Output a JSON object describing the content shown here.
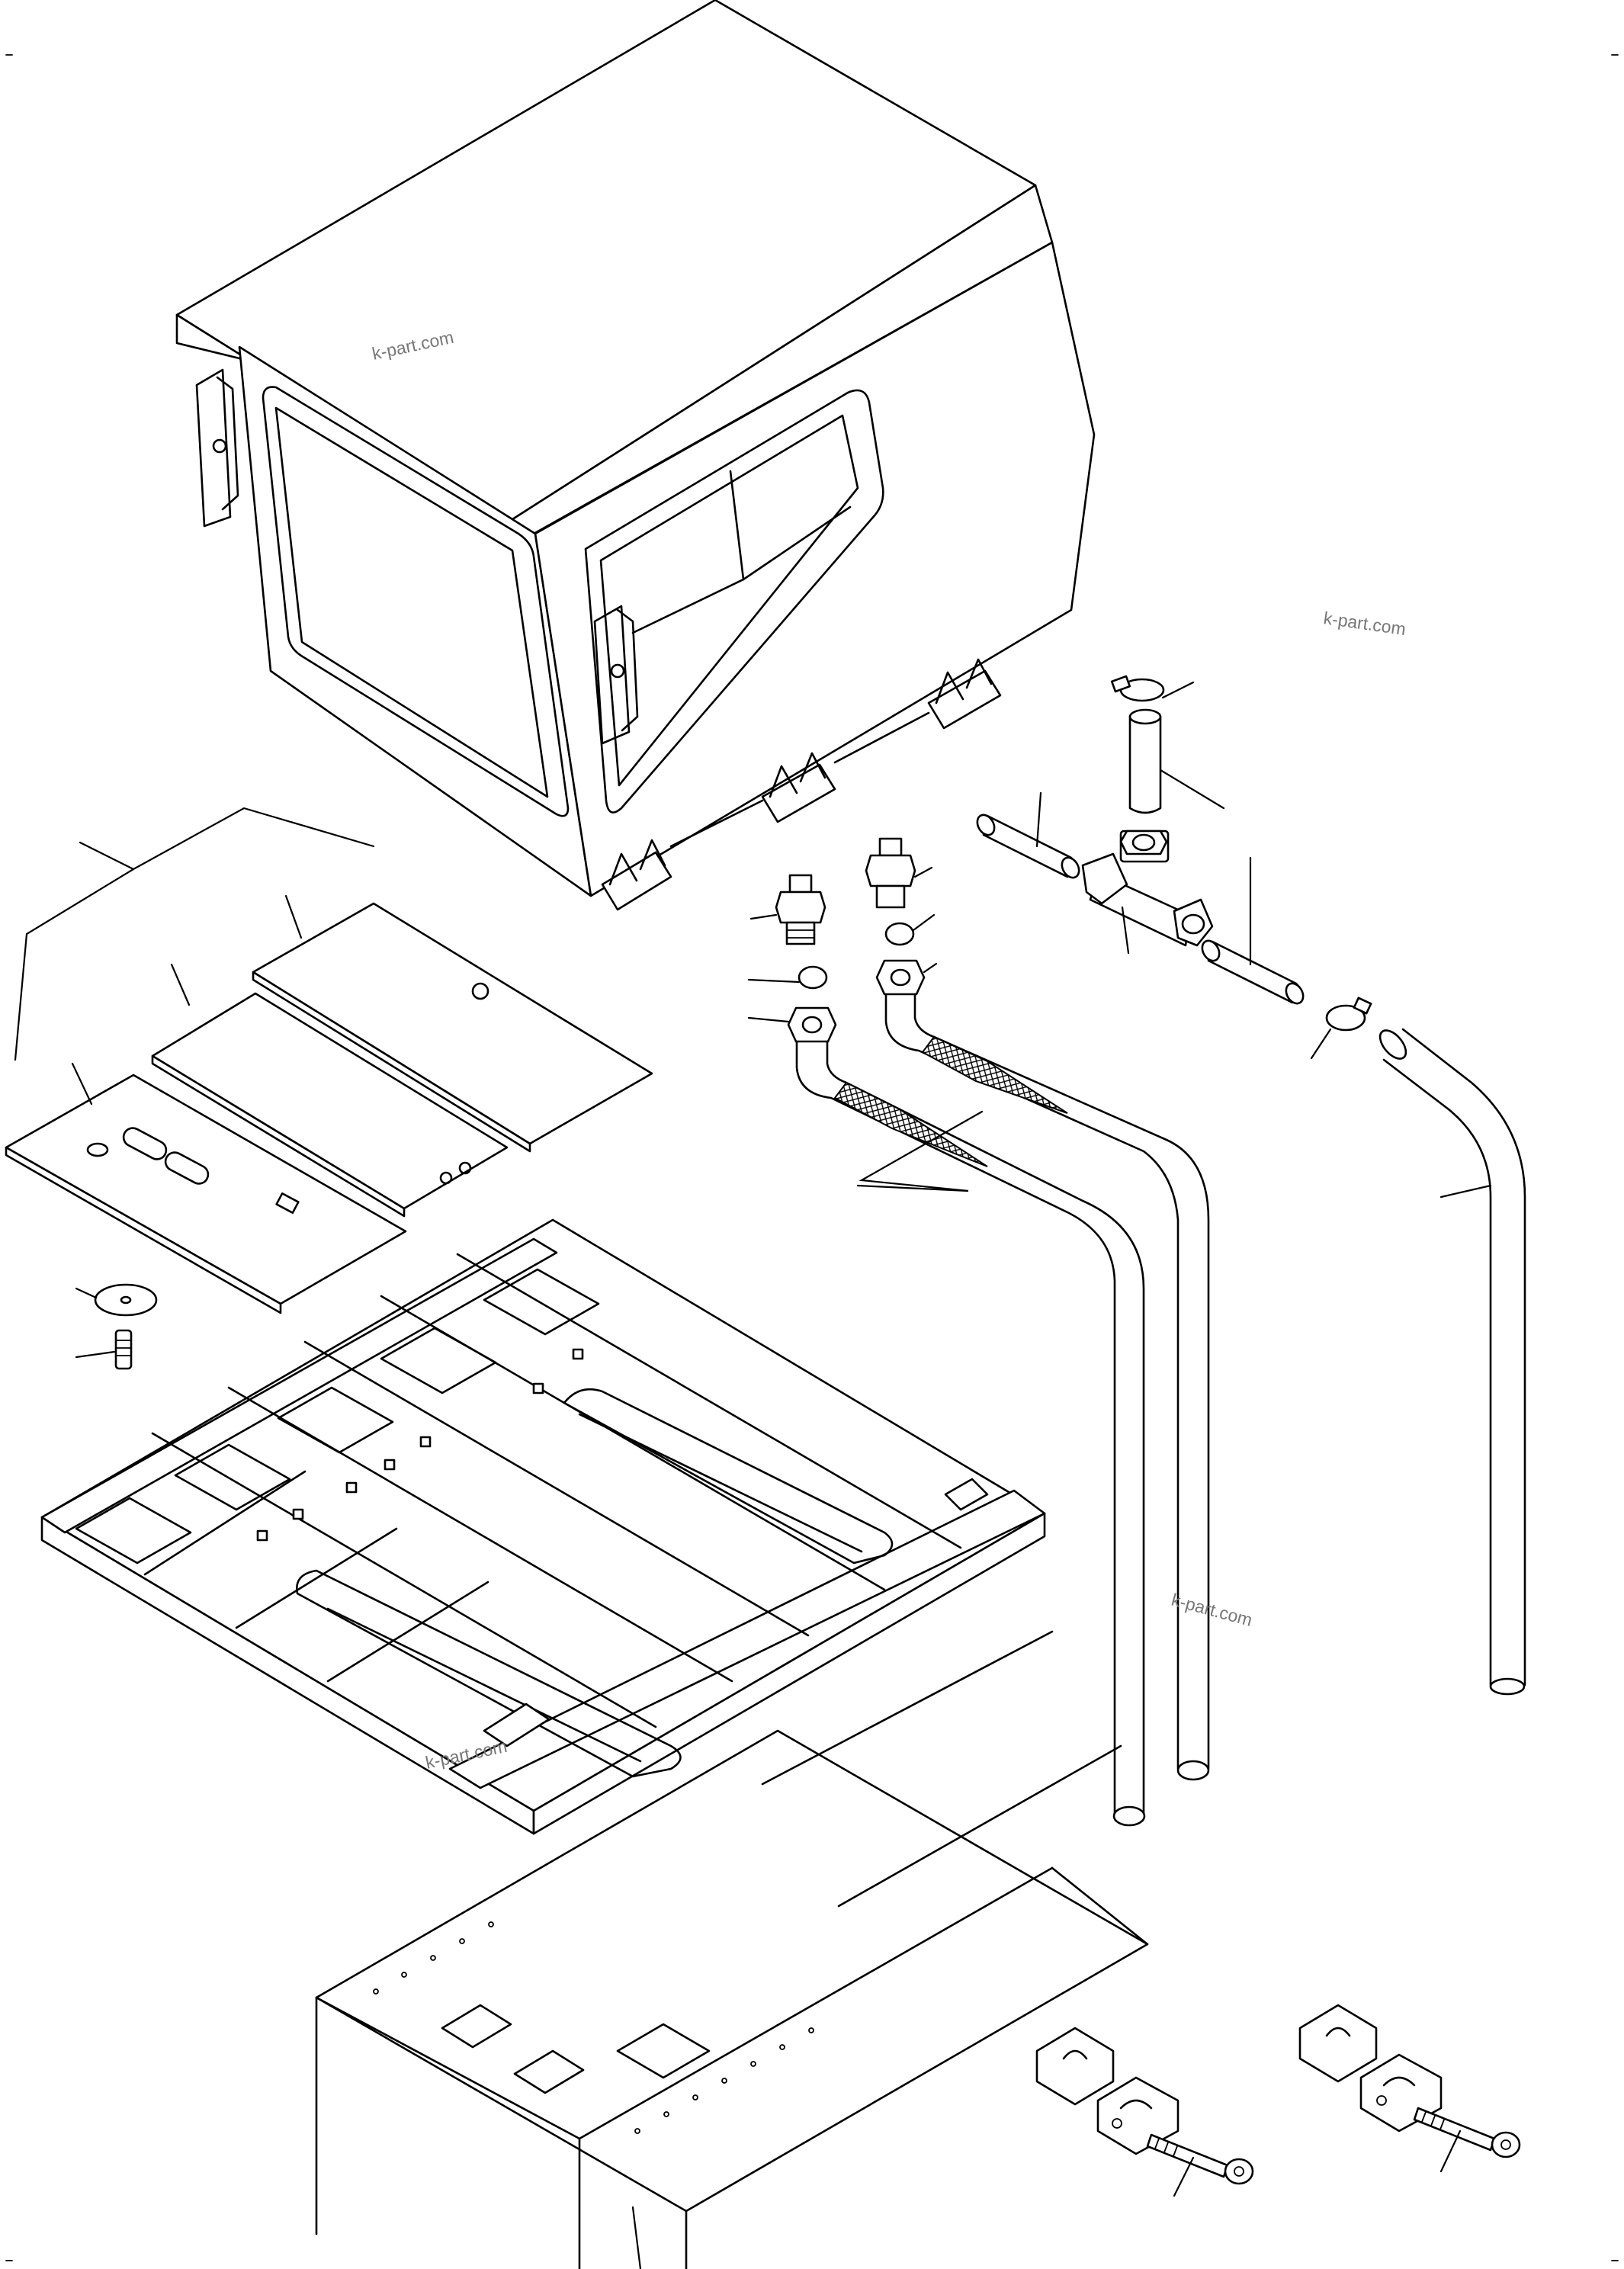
{
  "watermarks": [
    {
      "id": "wm1",
      "text": "k-part.com"
    },
    {
      "id": "wm2",
      "text": "k-part.com"
    },
    {
      "id": "wm3",
      "text": "k-part.com"
    },
    {
      "id": "wm4",
      "text": "k-part.com"
    }
  ]
}
